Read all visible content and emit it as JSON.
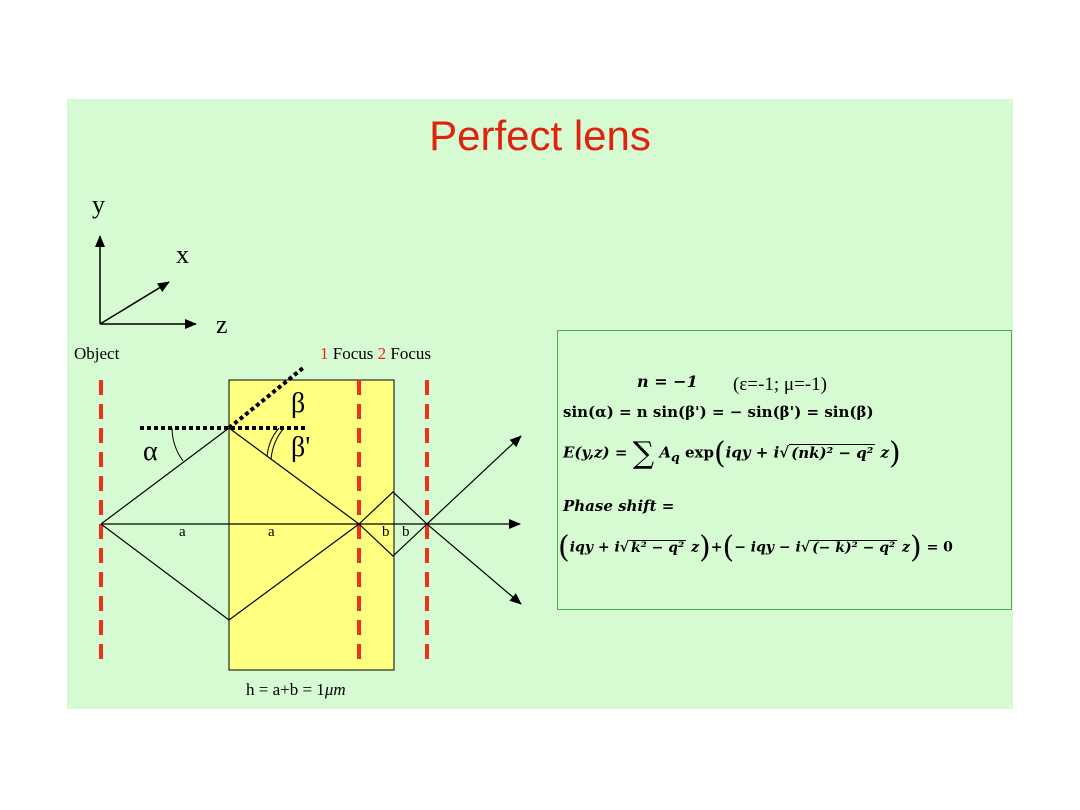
{
  "title": "Perfect lens",
  "axes": {
    "y": "y",
    "x": "x",
    "z": "z"
  },
  "labels": {
    "object": "Object",
    "focus1_num": "1",
    "focus1_word": " Focus ",
    "focus2_num": "2",
    "focus2_word": " Focus",
    "beta": "β",
    "beta_prime": "β'",
    "alpha": "α",
    "a1": "a",
    "a2": "a",
    "b1": "b",
    "b2": "b",
    "thickness": "h = a+b = 1",
    "unit": "μm"
  },
  "equations": {
    "n_line": "n = −1",
    "params": "(ε=-1; μ=-1)",
    "snell": "sin(α) = n sin(β') = − sin(β') = sin(β)",
    "field_lhs": "E(y,z) =",
    "field_sum": "∑",
    "field_sub": "q",
    "field_body": "A",
    "field_q": "q",
    "field_exp": " exp",
    "field_inner": "iqy + i",
    "field_root": "(nk)² − q²",
    "field_z": " z",
    "phase_label": "Phase shift =",
    "phase1_a": "iqy + i",
    "phase1_root": "k² − q²",
    "phase1_z": " z",
    "plus": "+",
    "phase2_a": "− iqy − i",
    "phase2_root": "(− k)² − q²",
    "phase2_z": " z",
    "equals_zero": " = 0"
  },
  "colors": {
    "slide_bg": "#d6fbd3",
    "title": "#e0220e",
    "lens_fill": "#ffff80",
    "dashed_red": "#f0301c",
    "eq_border": "#4caf50"
  }
}
